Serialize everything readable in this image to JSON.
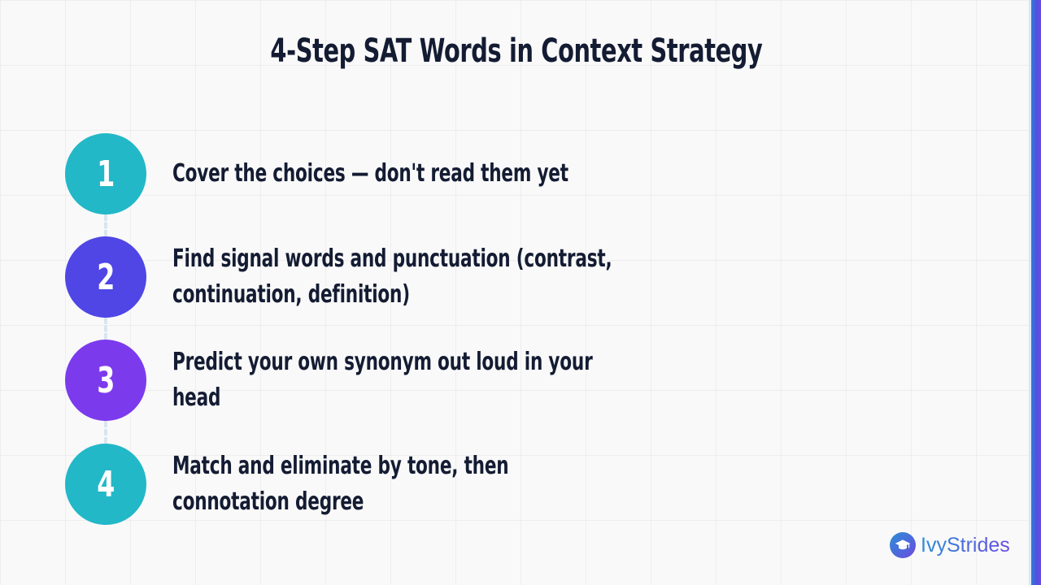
{
  "slide": {
    "title": "4-Step SAT Words in Context Strategy"
  },
  "steps": [
    {
      "number": "1",
      "text": "Cover the choices — don't read them yet",
      "color": "#22b8c8"
    },
    {
      "number": "2",
      "text": "Find signal words and punctuation (contrast, continuation, definition)",
      "color": "#4f46e5"
    },
    {
      "number": "3",
      "text": "Predict your own synonym out loud in your head",
      "color": "#7c3aed"
    },
    {
      "number": "4",
      "text": "Match and eliminate by tone, then connotation degree",
      "color": "#22b8c8"
    }
  ],
  "brand": {
    "name": "IvyStrides",
    "icon": "graduation-cap-icon",
    "gradient": [
      "#2a8fd6",
      "#6a4be0"
    ]
  },
  "colors": {
    "text": "#141c33",
    "background": "#f9f9f9",
    "connector": "#d9e6ef"
  }
}
